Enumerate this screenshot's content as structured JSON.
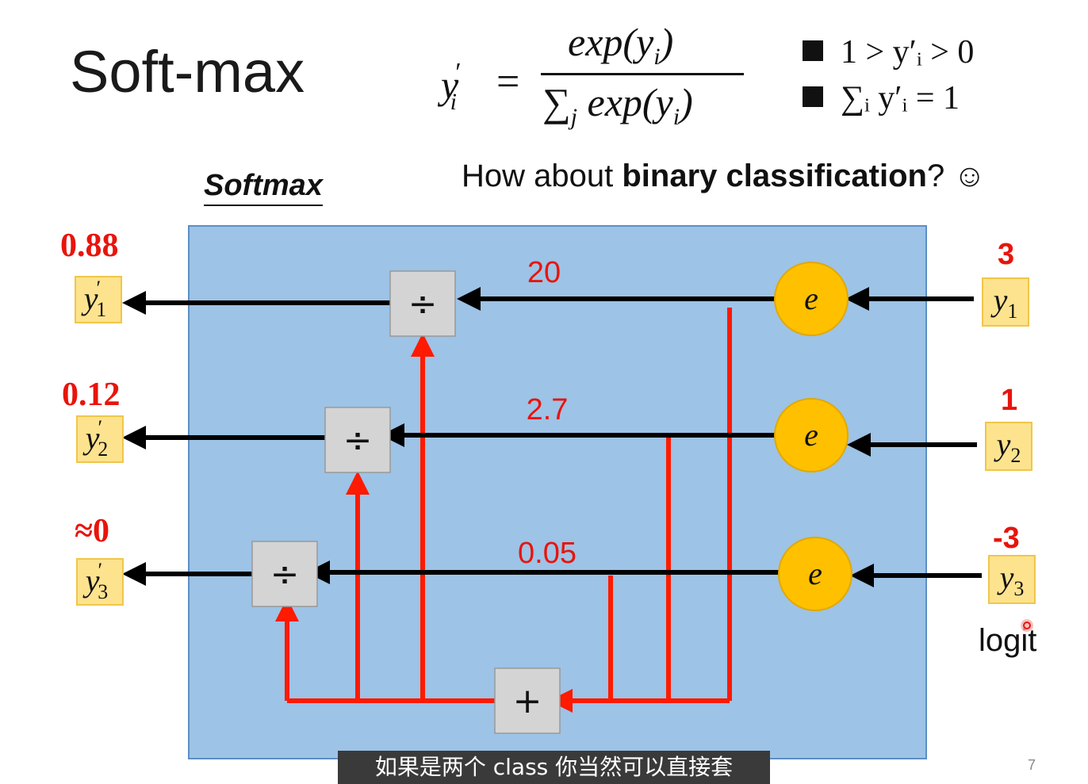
{
  "slide": {
    "title": "Soft-max",
    "formula": {
      "lhs": "y",
      "lhs_sup": "′",
      "lhs_sub": "i",
      "numerator": "exp(y",
      "numerator_sub": "i",
      "numerator_close": ")",
      "denominator_sum": "∑",
      "denominator_sum_sub": "j",
      "denominator": "exp(y",
      "denominator_sub": "i",
      "denominator_close": ")"
    },
    "properties": [
      {
        "text": "1 > y′ᵢ > 0"
      },
      {
        "text": "∑ᵢ y′ᵢ = 1"
      }
    ],
    "subtitle": "Softmax",
    "question_prefix": "How about ",
    "question_bold": "binary classification",
    "question_suffix": "? ☺",
    "logit_label": "logit",
    "caption": "如果是两个 class 你当然可以直接套",
    "page_number": "7"
  },
  "diagram": {
    "outputs": [
      {
        "value": "0.88",
        "label": "y",
        "sub": "1",
        "prime": "′"
      },
      {
        "value": "0.12",
        "label": "y",
        "sub": "2",
        "prime": "′"
      },
      {
        "value": "≈0",
        "label": "y",
        "sub": "3",
        "prime": "′"
      }
    ],
    "inputs": [
      {
        "value": "3",
        "label": "y",
        "sub": "1"
      },
      {
        "value": "1",
        "label": "y",
        "sub": "2"
      },
      {
        "value": "-3",
        "label": "y",
        "sub": "3"
      }
    ],
    "exp_values": [
      "20",
      "2.7",
      "0.05"
    ],
    "exp_node_label": "e",
    "divide_label": "÷",
    "sum_label": "+",
    "colors": {
      "panel": "#9dc3e6",
      "red": "#ff1a00",
      "node": "#ffc000",
      "box": "#d4d4d4",
      "ybox": "#fde38e"
    }
  }
}
